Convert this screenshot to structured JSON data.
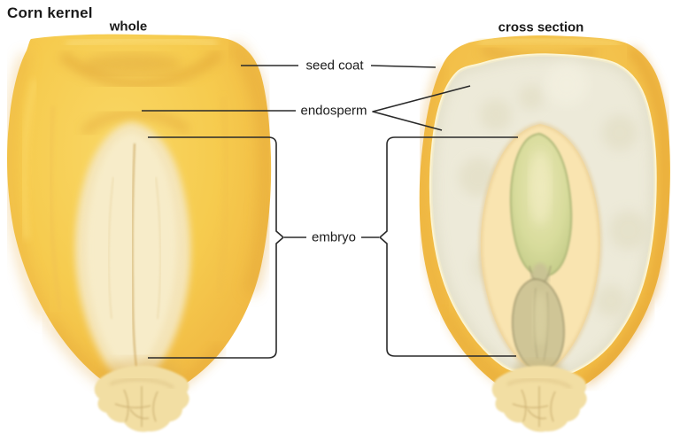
{
  "title": "Corn kernel",
  "views": {
    "whole": {
      "label": "whole"
    },
    "cross_section": {
      "label": "cross section"
    }
  },
  "part_labels": {
    "seed_coat": "seed coat",
    "endosperm": "endosperm",
    "embryo": "embryo"
  },
  "colors": {
    "background": "#ffffff",
    "text": "#1a1a1a",
    "leader_line": "#2a2a2a",
    "kernel_gold": "#f5c94e",
    "kernel_gold_deep": "#e6a434",
    "kernel_highlight": "#fbdf7e",
    "whole_embryo_pale": "#f4e6be",
    "seed_coat_rim": "#f2bc45",
    "endosperm_border_cream": "#fcf5d4",
    "endosperm_fill": "#edead9",
    "embryo_region_peach": "#f9e4b0",
    "plumule_green": "#d8dc9c",
    "radicle_olive": "#cdc495",
    "tip_cap_tan": "#f2dea3"
  }
}
